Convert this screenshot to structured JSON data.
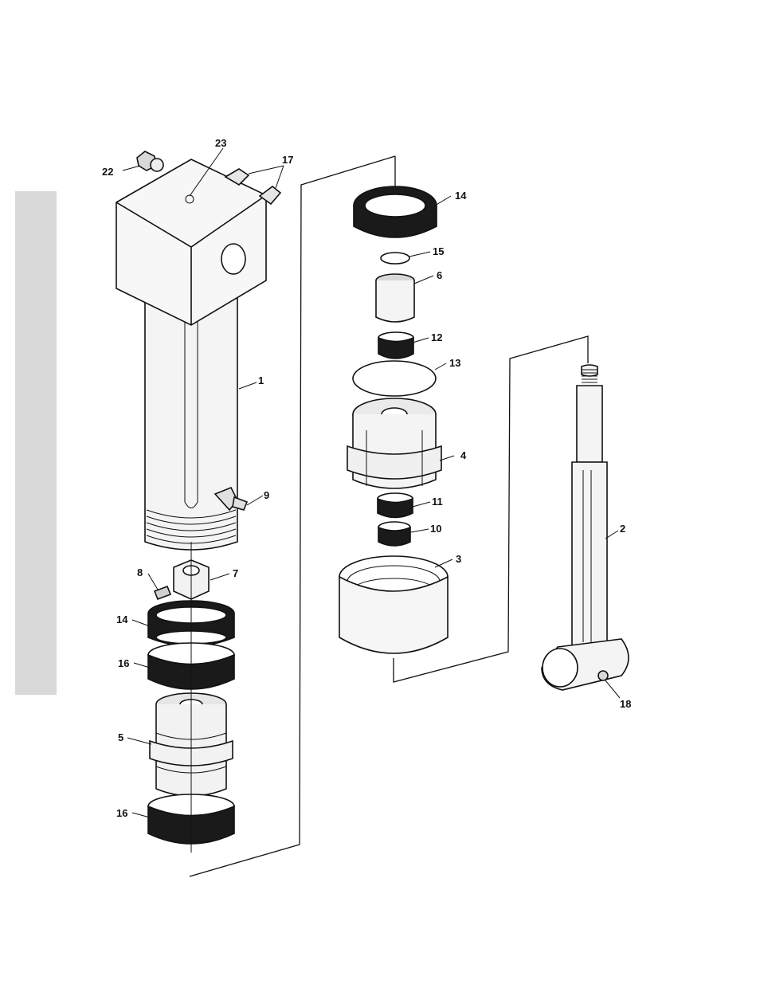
{
  "diagram": {
    "part_labels": {
      "p1": "1",
      "p2": "2",
      "p3": "3",
      "p4": "4",
      "p5": "5",
      "p6": "6",
      "p7": "7",
      "p8": "8",
      "p9": "9",
      "p10": "10",
      "p11": "11",
      "p12": "12",
      "p13": "13",
      "p14a": "14",
      "p14b": "14",
      "p15": "15",
      "p16a": "16",
      "p16b": "16",
      "p17": "17",
      "p18": "18",
      "p22": "22",
      "p23": "23"
    },
    "colors": {
      "ink": "#111111",
      "fill": "#f2f2f2",
      "dark": "#1a1a1a",
      "band": "#d9d9d9"
    }
  }
}
